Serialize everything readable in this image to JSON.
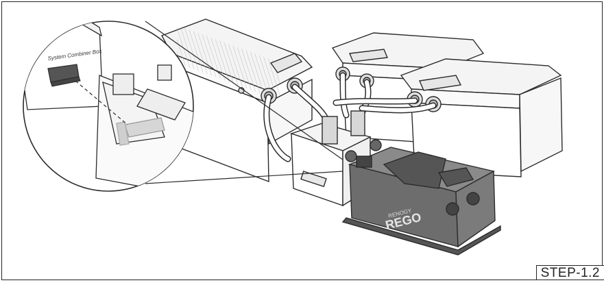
{
  "callout": {
    "label": "System Combiner Box"
  },
  "hub": {
    "brand": "RENOGY",
    "model": "REGO"
  },
  "step": {
    "label": "STEP-1.2"
  },
  "colors": {
    "line": "#2b2b2b",
    "battery_fill": "#ffffff",
    "battery_top": "#f2f2f2",
    "hub_dark": "#6d6d6d",
    "hub_top": "#8a8a8a",
    "connector_dark": "#555555"
  }
}
